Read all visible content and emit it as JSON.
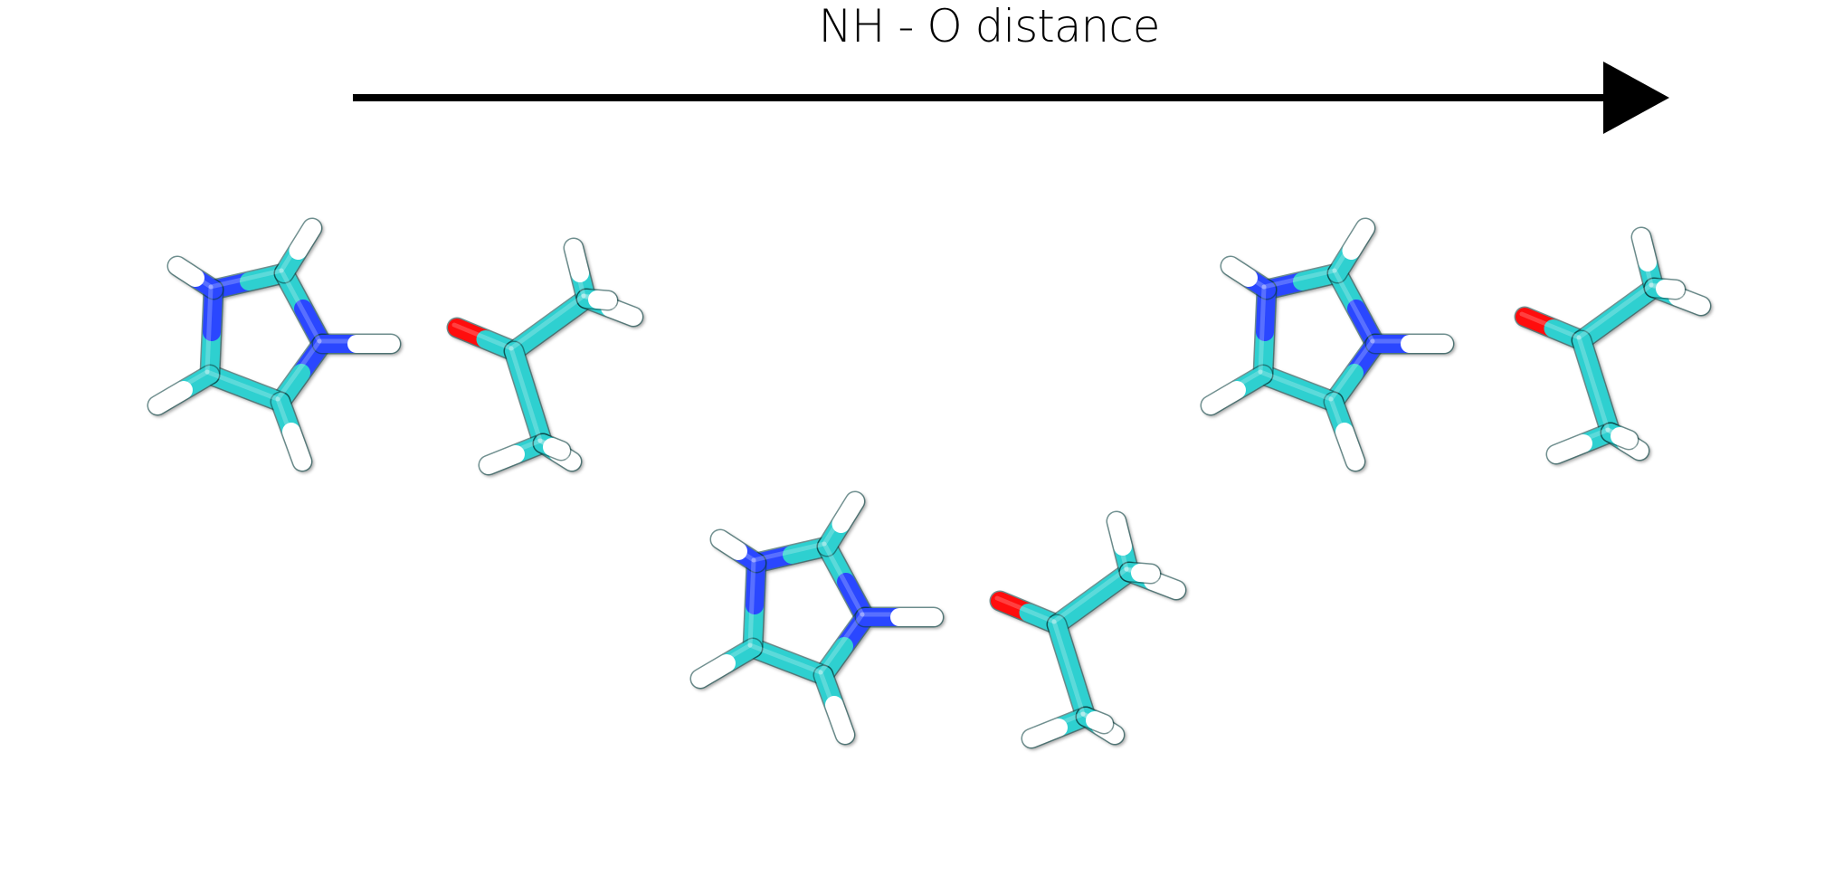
{
  "axis": {
    "label": "NH - O distance"
  },
  "colors": {
    "carbon": "#2fd0d0",
    "nitrogen": "#2b47ff",
    "oxygen": "#ff0a0a",
    "hydrogen": "#ffffff",
    "arrow": "#000000"
  },
  "snapshots": [
    {
      "name": "snapshot-short-distance"
    },
    {
      "name": "snapshot-intermediate-distance"
    },
    {
      "name": "snapshot-long-distance"
    }
  ]
}
